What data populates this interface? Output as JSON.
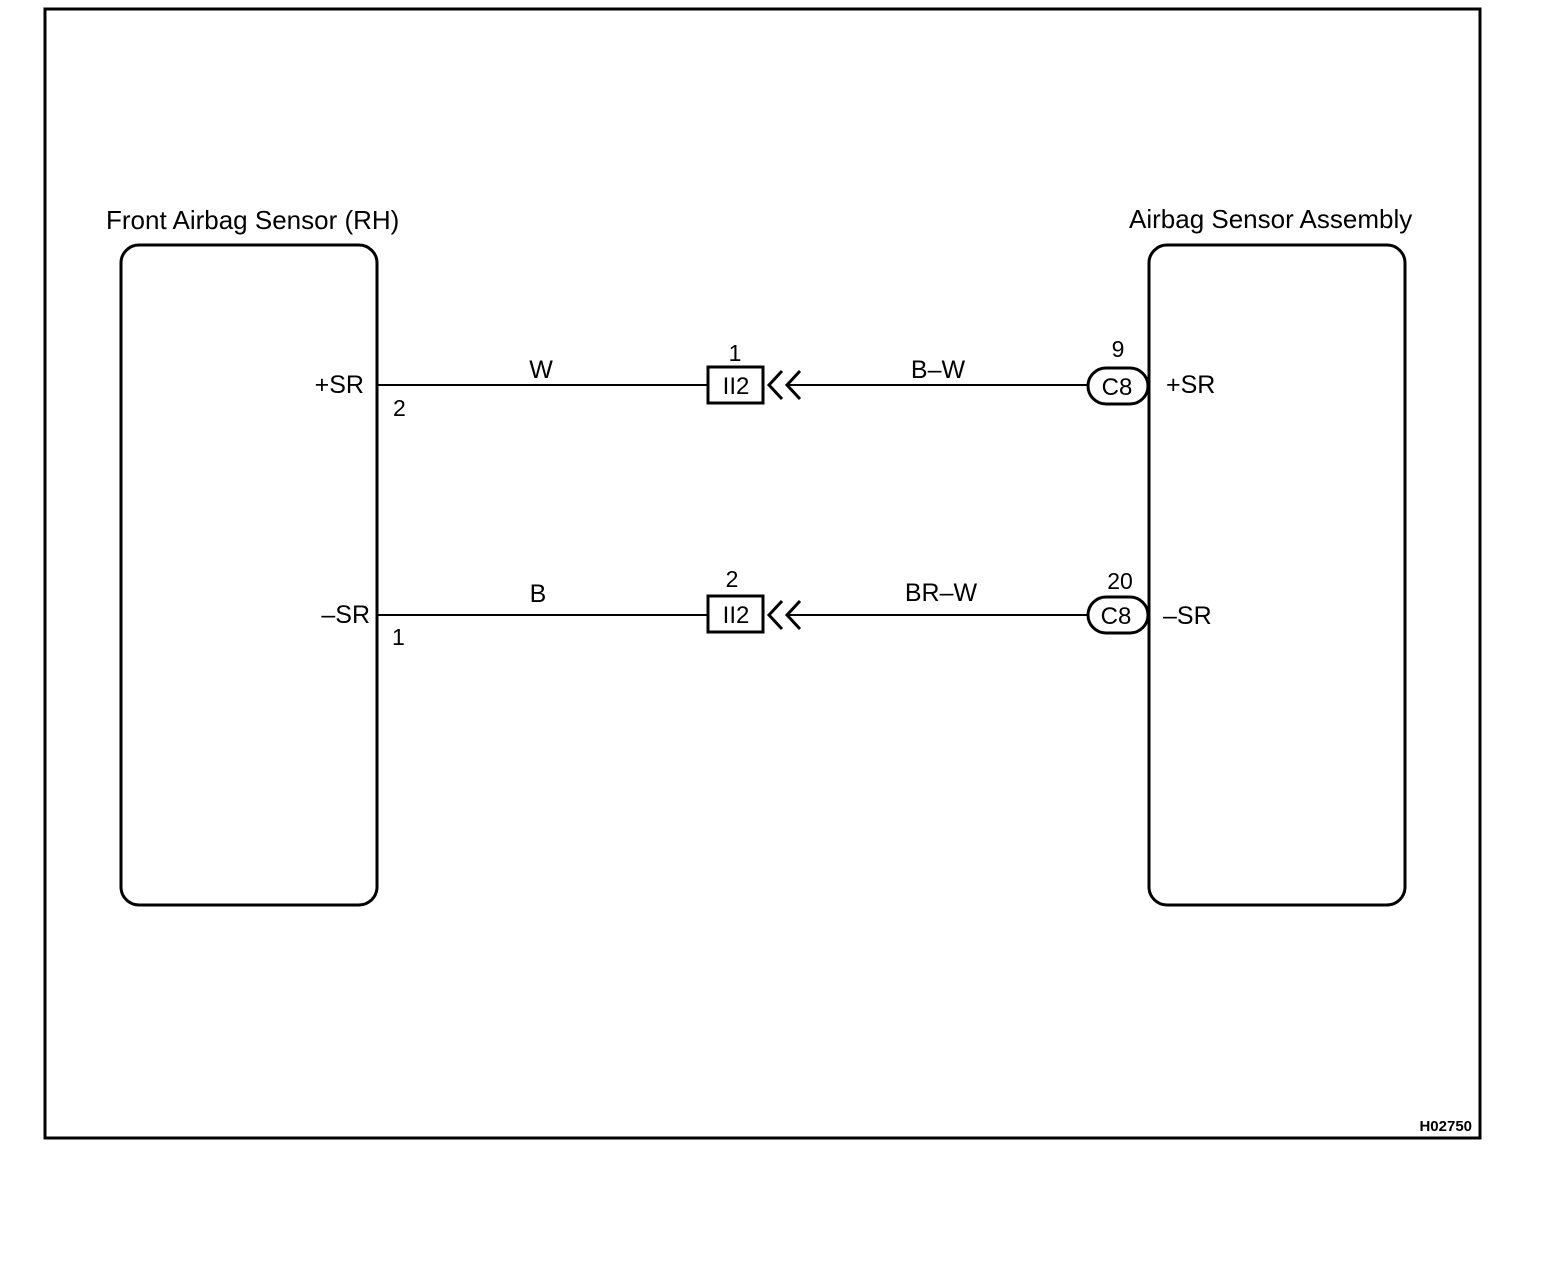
{
  "components": {
    "left": {
      "title": "Front Airbag Sensor (RH)"
    },
    "right": {
      "title": "Airbag Sensor Assembly"
    }
  },
  "circuits": [
    {
      "id": "plus",
      "left_terminal": "+SR",
      "left_pin": "2",
      "left_wire_color": "W",
      "junction_label": "II2",
      "junction_pin": "1",
      "right_wire_color": "B–W",
      "right_connector": "C8",
      "right_pin": "9",
      "right_terminal": "+SR"
    },
    {
      "id": "minus",
      "left_terminal": "–SR",
      "left_pin": "1",
      "left_wire_color": "B",
      "junction_label": "II2",
      "junction_pin": "2",
      "right_wire_color": "BR–W",
      "right_connector": "C8",
      "right_pin": "20",
      "right_terminal": "–SR"
    }
  ],
  "figure_code": "H02750"
}
